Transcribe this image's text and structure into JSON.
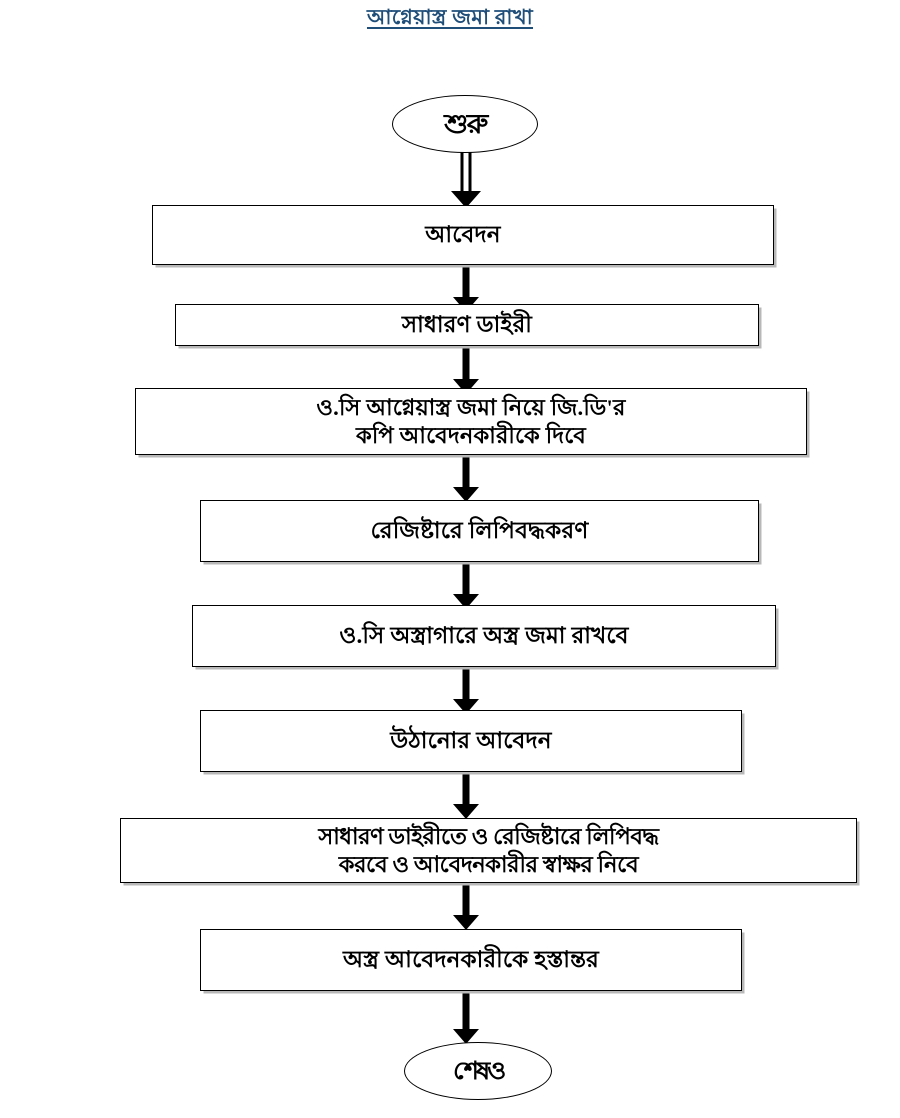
{
  "title": "আগ্নেয়াস্ত্র জমা রাখা",
  "title_color": "#1f4e79",
  "diagram": {
    "type": "flowchart",
    "orientation": "top-to-bottom",
    "nodes": [
      {
        "id": "start",
        "shape": "terminator",
        "text": "শুরু"
      },
      {
        "id": "n1",
        "shape": "process",
        "text": "আবেদন"
      },
      {
        "id": "n2",
        "shape": "process",
        "text": "সাধারণ ডাইরী"
      },
      {
        "id": "n3",
        "shape": "process",
        "text": "ও.সি আগ্নেয়াস্ত্র জমা নিয়ে জি.ডি'র\nকপি আবেদনকারীকে দিবে"
      },
      {
        "id": "n4",
        "shape": "process",
        "text": "রেজিষ্টারে লিপিবদ্ধকরণ"
      },
      {
        "id": "n5",
        "shape": "process",
        "text": "ও.সি অস্ত্রাগারে অস্ত্র জমা রাখবে"
      },
      {
        "id": "n6",
        "shape": "process",
        "text": "উঠানোর আবেদন"
      },
      {
        "id": "n7",
        "shape": "process",
        "text": "সাধারণ ডাইরীতে ও রেজিষ্টারে লিপিবদ্ধ\nকরবে ও আবেদনকারীর স্বাক্ষর নিবে"
      },
      {
        "id": "n8",
        "shape": "process",
        "text": "অস্ত্র আবেদনকারীকে হস্তান্তর"
      },
      {
        "id": "end",
        "shape": "terminator",
        "text": "শেষও"
      }
    ],
    "edges": [
      {
        "from": "start",
        "to": "n1",
        "style": "hollow-arrow"
      },
      {
        "from": "n1",
        "to": "n2",
        "style": "solid-arrow"
      },
      {
        "from": "n2",
        "to": "n3",
        "style": "solid-arrow"
      },
      {
        "from": "n3",
        "to": "n4",
        "style": "solid-arrow"
      },
      {
        "from": "n4",
        "to": "n5",
        "style": "solid-arrow"
      },
      {
        "from": "n5",
        "to": "n6",
        "style": "solid-arrow"
      },
      {
        "from": "n6",
        "to": "n7",
        "style": "solid-arrow"
      },
      {
        "from": "n7",
        "to": "n8",
        "style": "solid-arrow"
      },
      {
        "from": "n8",
        "to": "end",
        "style": "solid-arrow"
      }
    ]
  }
}
